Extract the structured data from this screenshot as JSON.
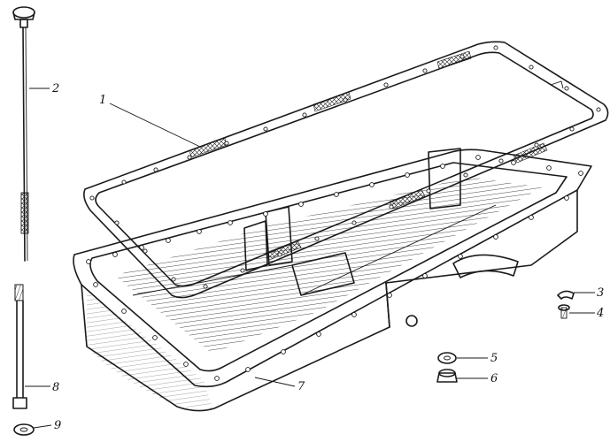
{
  "callouts": {
    "c1": "1",
    "c2": "2",
    "c3": "3",
    "c4": "4",
    "c5": "5",
    "c6": "6",
    "c7": "7",
    "c8": "8",
    "c9": "9"
  },
  "colors": {
    "ink": "#1a1a1a",
    "paper": "#ffffff",
    "shade": "#cfcfcf"
  }
}
